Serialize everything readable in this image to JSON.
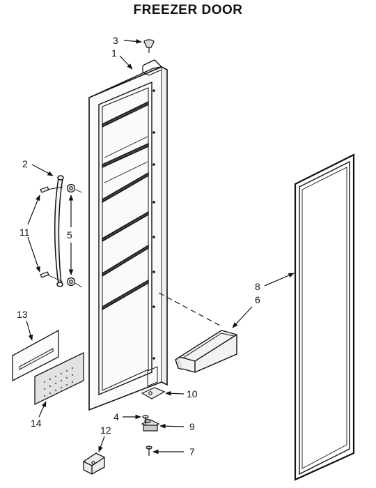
{
  "title": "FREEZER DOOR",
  "callouts": {
    "c1": "1",
    "c2": "2",
    "c3": "3",
    "c4": "4",
    "c5": "5",
    "c6": "6",
    "c7": "7",
    "c8": "8",
    "c9": "9",
    "c10": "10",
    "c11": "11",
    "c12": "12",
    "c13": "13",
    "c14": "14"
  }
}
